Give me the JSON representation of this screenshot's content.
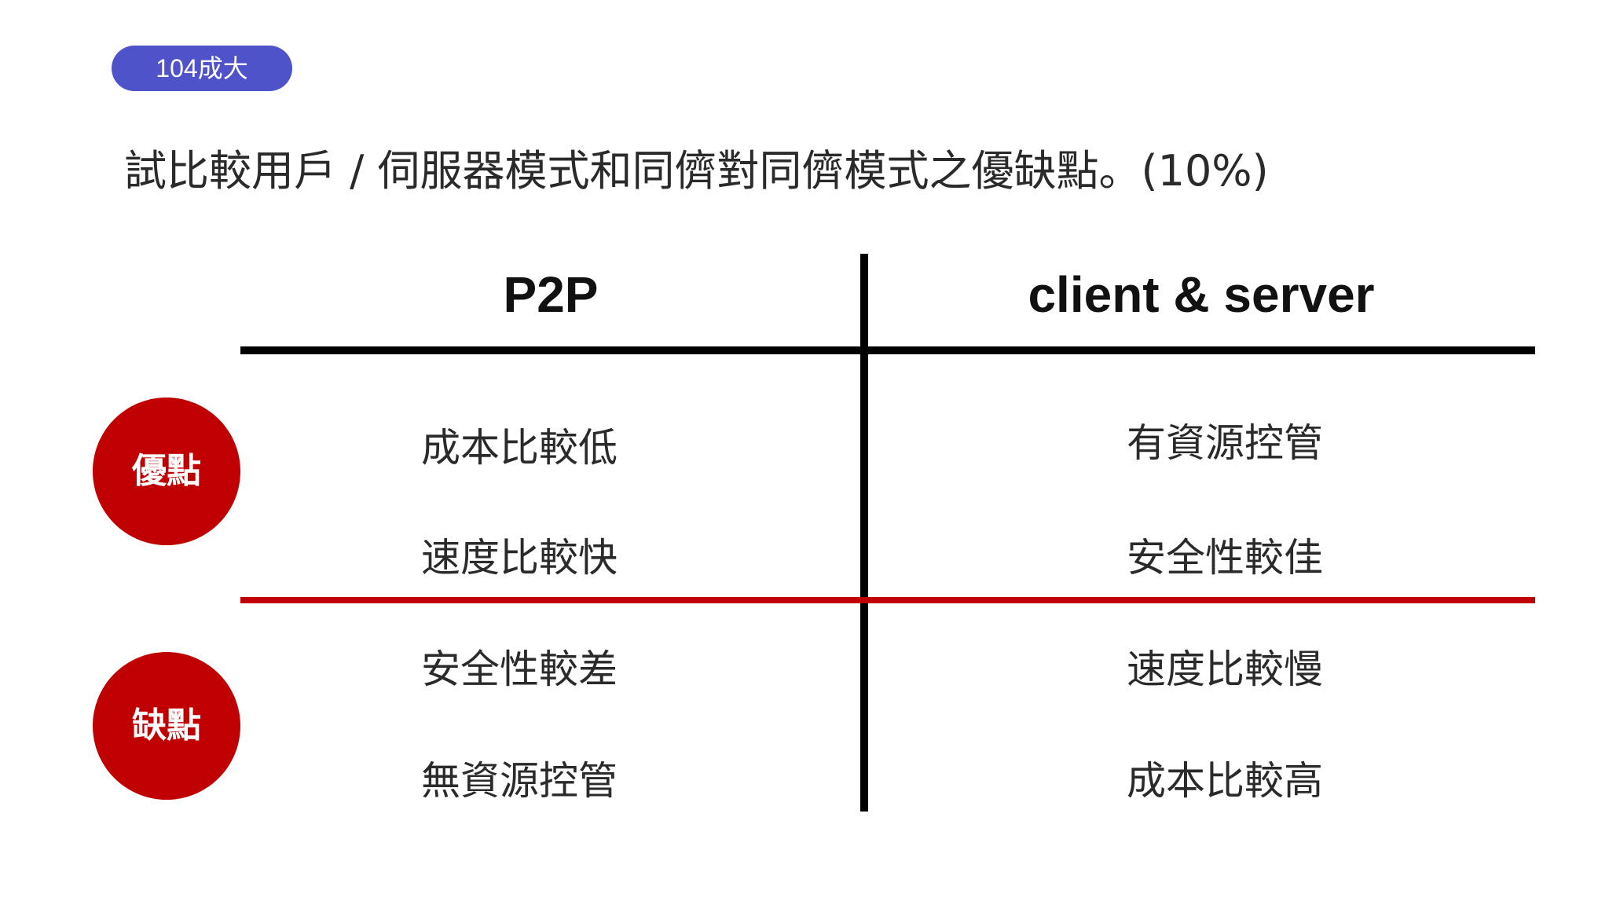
{
  "badge": {
    "label": "104成大"
  },
  "question": {
    "text": "試比較用戶 / 伺服器模式和同儕對同儕模式之優缺點。(10%)"
  },
  "table": {
    "columns": [
      "P2P",
      "client & server"
    ],
    "row_groups": [
      {
        "label": "優點",
        "color": "#c00000",
        "p2p": [
          "成本比較低",
          "速度比較快"
        ],
        "client_server": [
          "有資源控管",
          "安全性較佳"
        ]
      },
      {
        "label": "缺點",
        "color": "#c00000",
        "p2p": [
          "安全性較差",
          "無資源控管"
        ],
        "client_server": [
          "速度比較慢",
          "成本比較高"
        ]
      }
    ]
  },
  "colors": {
    "badge": "#4f53c9",
    "accent_red": "#c00000",
    "divider_black": "#000000"
  }
}
